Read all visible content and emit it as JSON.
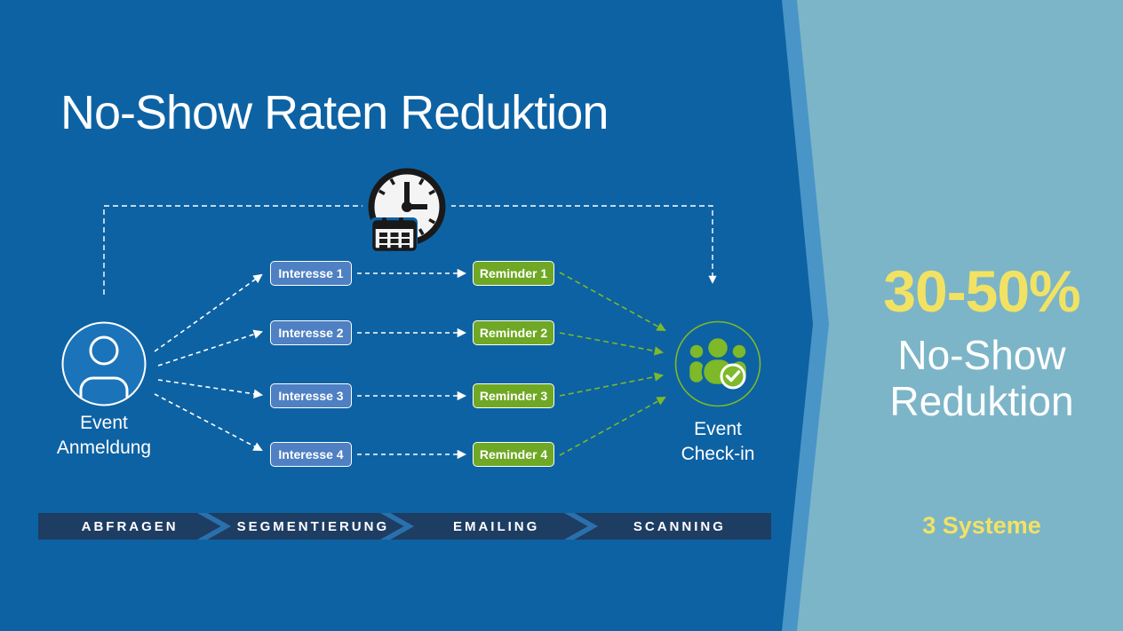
{
  "slide_title": "No-Show Raten Reduktion",
  "diagram": {
    "source_label": {
      "line1": "Event",
      "line2": "Anmeldung"
    },
    "interests": [
      "Interesse 1",
      "Interesse 2",
      "Interesse 3",
      "Interesse 4"
    ],
    "reminders": [
      "Reminder 1",
      "Reminder 2",
      "Reminder 3",
      "Reminder 4"
    ],
    "target_label": {
      "line1": "Event",
      "line2": "Check-in"
    },
    "icons": {
      "timer": "clock-calendar-icon",
      "source": "person-icon",
      "target": "group-check-icon"
    }
  },
  "process_bar": {
    "steps": [
      "ABFRAGEN",
      "SEGMENTIERUNG",
      "EMAILING",
      "SCANNING"
    ]
  },
  "stats_panel": {
    "value": "30-50%",
    "label_line1": "No-Show",
    "label_line2": "Reduktion",
    "footnote": "3 Systeme"
  },
  "colors": {
    "background": "#0d62a3",
    "stripe": "#4a95c8",
    "panel": "#7cb5c8",
    "bar": "#1e3d63",
    "chevron": "#2a70ad",
    "interest_fill": "#4e80c3",
    "reminder_fill": "#6fa824",
    "accent_green": "#7db928",
    "accent_yellow": "#f2e264"
  }
}
